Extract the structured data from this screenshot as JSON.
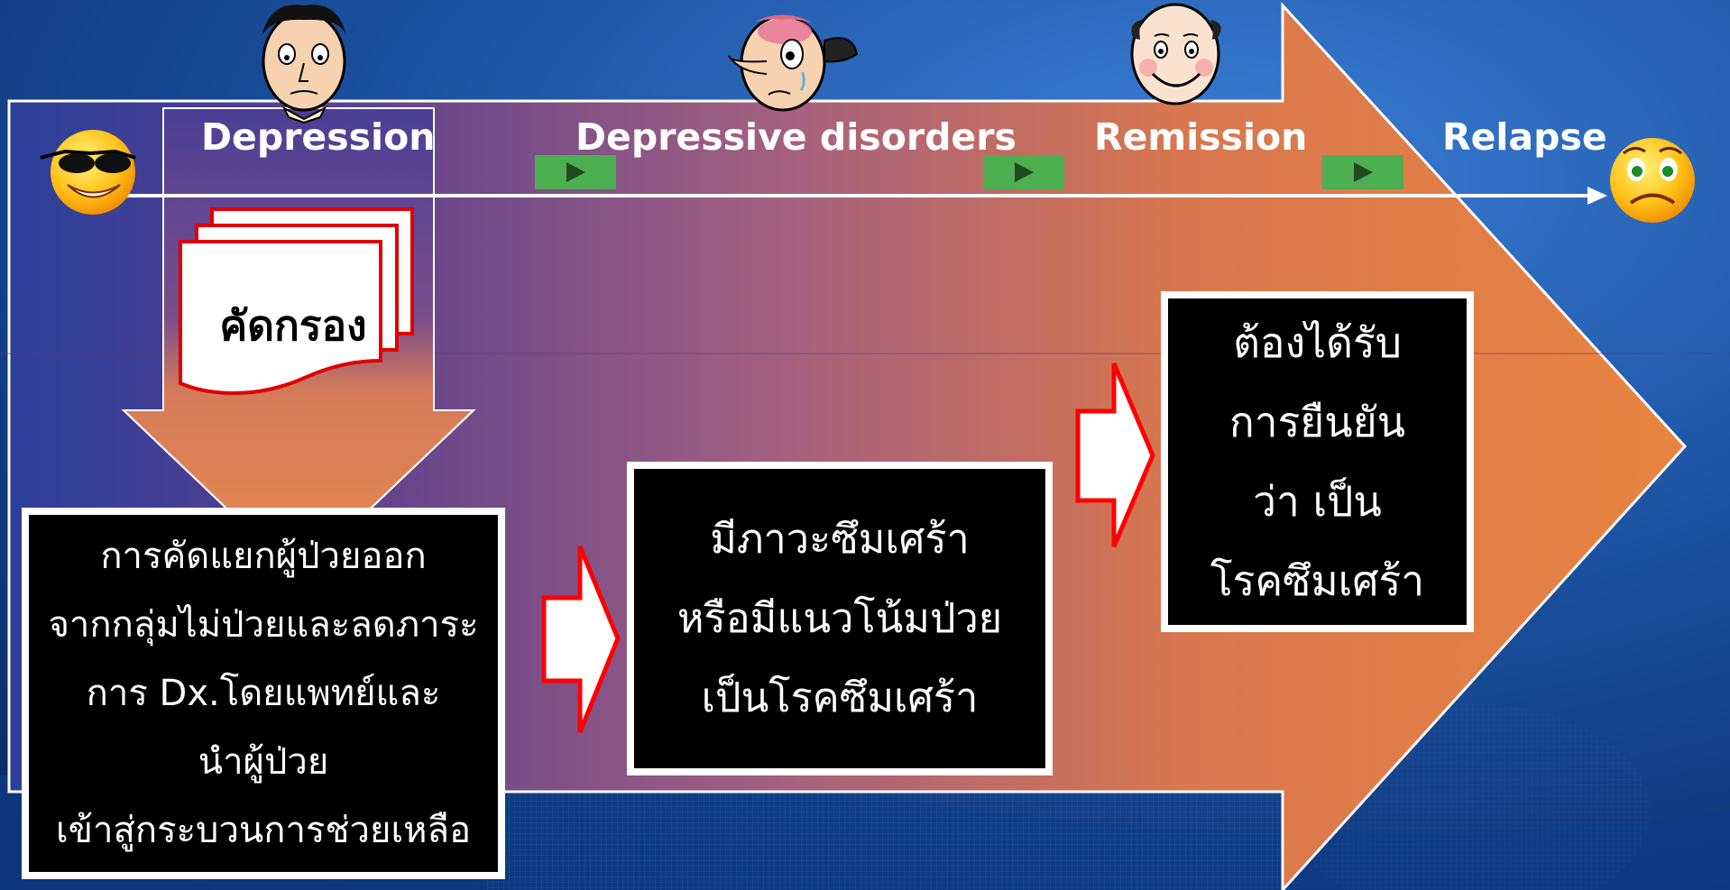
{
  "stages": {
    "depression": "Depression",
    "depressive_disorders": "Depressive disorders",
    "remission": "Remission",
    "relapse": "Relapse"
  },
  "screening_label": "คัดกรอง",
  "box1": {
    "lines": [
      "การคัดแยกผู้ป่วยออก",
      "จากกลุ่มไม่ป่วยและลดภาระ",
      "การ Dx.โดยแพทย์และ",
      "นำผู้ป่วย",
      "เข้าสู่กระบวนการช่วยเหลือ"
    ]
  },
  "box2": {
    "lines": [
      "มีภาวะซึมเศร้า",
      "หรือมีแนวโน้มป่วย",
      "เป็นโรคซึมเศร้า"
    ]
  },
  "box3": {
    "lines": [
      "ต้องได้รับ",
      "การยืนยัน",
      "ว่า เป็น",
      "โรคซึมเศร้า"
    ]
  },
  "colors": {
    "arrow_start": "#3d3f9c",
    "arrow_mid": "#a5607f",
    "arrow_end": "#e8813e",
    "background": "#0b2f6e",
    "play_button": "#4caf50",
    "box_border": "#ffffff",
    "small_arrow_border": "#ff0000"
  }
}
